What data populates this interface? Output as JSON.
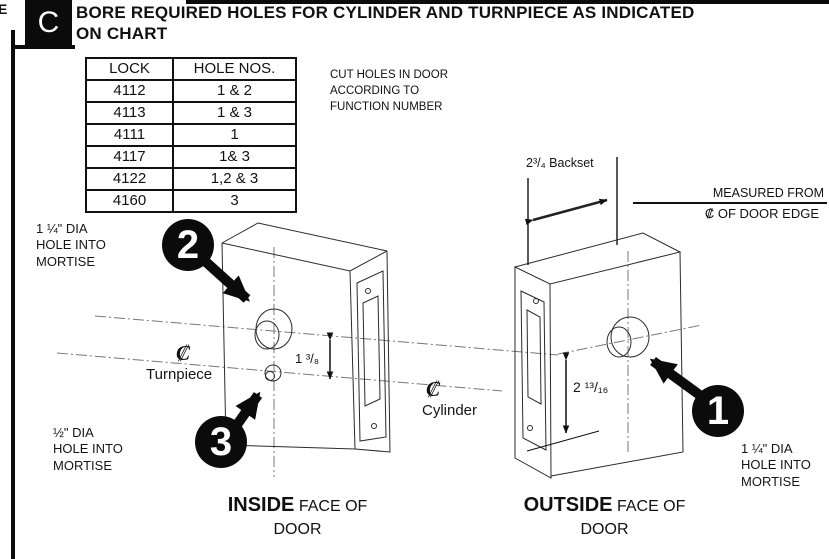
{
  "page": {
    "edge_letter": "E",
    "step_letter": "C",
    "title": "BORE REQUIRED HOLES FOR CYLINDER AND TURNPIECE AS INDICATED\nON CHART"
  },
  "table": {
    "headers": [
      "LOCK",
      "HOLE NOS."
    ],
    "rows": [
      [
        "4112",
        "1 & 2"
      ],
      [
        "4113",
        "1 & 3"
      ],
      [
        "4111",
        "1"
      ],
      [
        "4117",
        "1& 3"
      ],
      [
        "4122",
        "1,2 & 3"
      ],
      [
        "4160",
        "3"
      ]
    ]
  },
  "notes": {
    "cut_holes": "CUT HOLES IN DOOR\nACCORDING TO\nFUNCTION NUMBER"
  },
  "annotations": {
    "hole2_label": "1 ¼\" DIA\nHOLE INTO\nMORTISE",
    "hole3_label": "½\" DIA\nHOLE INTO\nMORTISE",
    "hole1_label": "1 ¼\" DIA\nHOLE INTO\nMORTISE",
    "centerline_symbol": "₡",
    "turnpiece": "Turnpiece",
    "cylinder": "Cylinder",
    "backset": "2³/₄ Backset",
    "measured_from_line1": "MEASURED FROM",
    "measured_from_line2": "₡ OF DOOR EDGE",
    "dim_between_holes": "1 ³/₈",
    "dim_height": "2 ¹³/₁₆",
    "badge_1": "1",
    "badge_2": "2",
    "badge_3": "3"
  },
  "captions": {
    "inside_bold": "INSIDE",
    "inside_rest": " FACE OF",
    "inside_line2": "DOOR",
    "outside_bold": "OUTSIDE",
    "outside_rest": " FACE OF",
    "outside_line2": "DOOR"
  },
  "colors": {
    "ink": "#111111",
    "centerline": "#777777"
  }
}
